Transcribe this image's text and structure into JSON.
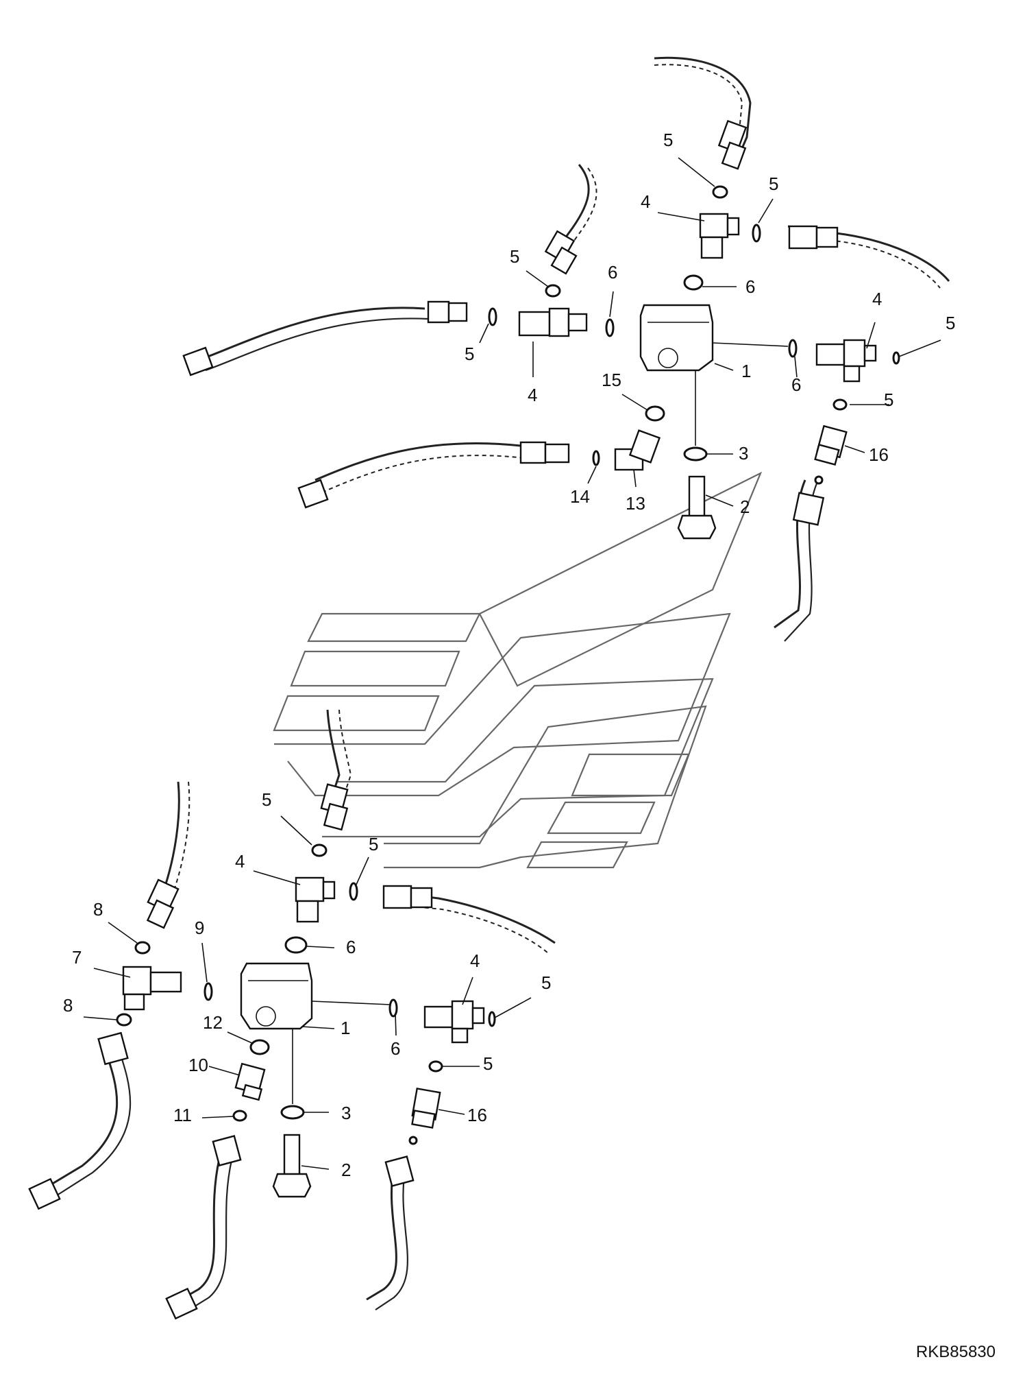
{
  "drawing_reference": "RKB85830",
  "upper_assembly_callouts": [
    "5",
    "5",
    "4",
    "5",
    "6",
    "6",
    "5",
    "4",
    "4",
    "5",
    "1",
    "6",
    "15",
    "5",
    "3",
    "16",
    "14",
    "13",
    "2"
  ],
  "lower_assembly_callouts": [
    "5",
    "5",
    "4",
    "6",
    "8",
    "9",
    "7",
    "4",
    "5",
    "8",
    "12",
    "1",
    "6",
    "10",
    "5",
    "16",
    "11",
    "3",
    "2"
  ]
}
